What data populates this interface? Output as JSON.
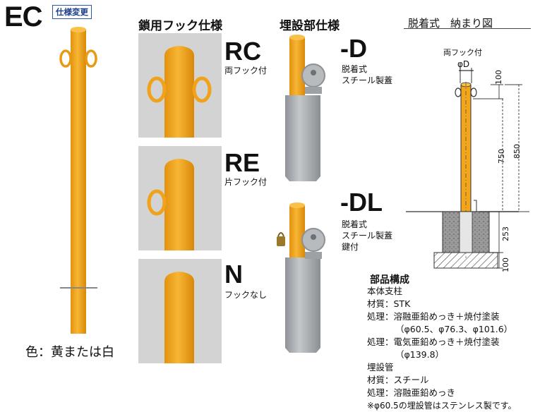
{
  "header": {
    "model": "EC",
    "badge": "仕様変更",
    "hook_title": "鎖用フック仕様",
    "buried_title": "埋設部仕様",
    "diagram_title": "脱着式　納まり図"
  },
  "hook_options": [
    {
      "code": "RC",
      "desc": "両フック付"
    },
    {
      "code": "RE",
      "desc": "片フック付"
    },
    {
      "code": "N",
      "desc": "フックなし"
    }
  ],
  "buried_options": [
    {
      "code": "-D",
      "lines": [
        "脱着式",
        "スチール製蓋"
      ]
    },
    {
      "code": "-DL",
      "lines": [
        "脱着式",
        "スチール製蓋",
        "鍵付"
      ]
    }
  ],
  "color_note": "色：黄または白",
  "diagram": {
    "hook_label": "両フック付",
    "diameter": "φD",
    "dims": {
      "top": "100",
      "h750": "750",
      "h850": "850",
      "h253": "253",
      "base": "100"
    }
  },
  "parts": {
    "title": "部品構成",
    "lines": [
      "本体支柱",
      "材質：STK",
      "処理：溶融亜鉛めっき＋焼付塗装",
      "（φ60.5、φ76.3、φ101.6）",
      "処理：電気亜鉛めっき＋焼付塗装",
      "（φ139.8）",
      "埋設管",
      "材質：スチール",
      "処理：溶融亜鉛めっき",
      "※φ60.5の埋設管はステンレス製です。"
    ]
  },
  "colors": {
    "post": "#f2a61c",
    "steel": "#a9adb1",
    "photo_bg": "#d3d3d3"
  }
}
